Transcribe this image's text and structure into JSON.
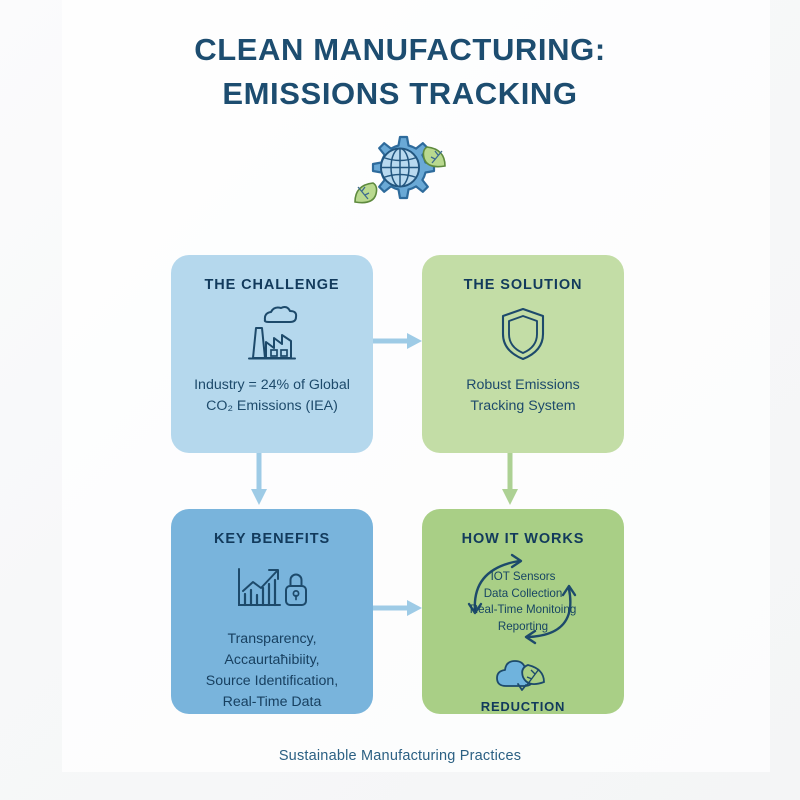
{
  "title": {
    "line1": "CLEAN MANUFACTURING:",
    "line2": "EMISSIONS TRACKING"
  },
  "hero_icon": "gear-globe-leaves-icon",
  "cards": [
    {
      "id": "challenge",
      "heading": "THE CHALLENGE",
      "icon": "factory-smokestack-icon",
      "body_lines": [
        "Industry = 24% of Global",
        "CO₂ Emissions (IEA)"
      ],
      "color": "#b5d8ed"
    },
    {
      "id": "solution",
      "heading": "THE SOLUTION",
      "icon": "shield-icon",
      "body_lines": [
        "Robust Emissions",
        "Tracking System"
      ],
      "color": "#c3dda6"
    },
    {
      "id": "benefits",
      "heading": "KEY BENEFITS",
      "icon": "growth-chart-lock-icon",
      "body_lines": [
        "Transparency,",
        "Accaurtaħibiity,",
        "Source Identification,",
        "Real-Time Data"
      ],
      "color": "#79b4dc"
    },
    {
      "id": "works",
      "heading": "HOW IT WORKS",
      "icon": "circular-arrows-icon",
      "body_lines": [
        "IOT Sensors",
        "Data Collection",
        "Real-Time Monitoing",
        "Reporting"
      ],
      "reduction_icon": "cloud-leaf-icon",
      "reduction_label": "REDUCTION",
      "color": "#a9cf86"
    }
  ],
  "connectors": [
    {
      "id": "challenge-to-solution",
      "direction": "right",
      "color": "#9ecbe6"
    },
    {
      "id": "benefits-to-works",
      "direction": "right",
      "color": "#9ecbe6"
    },
    {
      "id": "challenge-to-benefits",
      "direction": "down",
      "color": "#9ecbe6"
    },
    {
      "id": "solution-to-works",
      "direction": "down",
      "color": "#add194"
    }
  ],
  "footer": {
    "text": "Sustainable Manufacturing Practices"
  },
  "colors": {
    "title": "#1d4d70",
    "ink": "#1d4a6b",
    "heading": "#123a5c",
    "light_blue": "#b5d8ed",
    "mid_blue": "#79b4dc",
    "light_green": "#c3dda6",
    "mid_green": "#a9cf86",
    "arrow_blue": "#9ecbe6",
    "arrow_green": "#add194",
    "background": "#ffffff"
  }
}
